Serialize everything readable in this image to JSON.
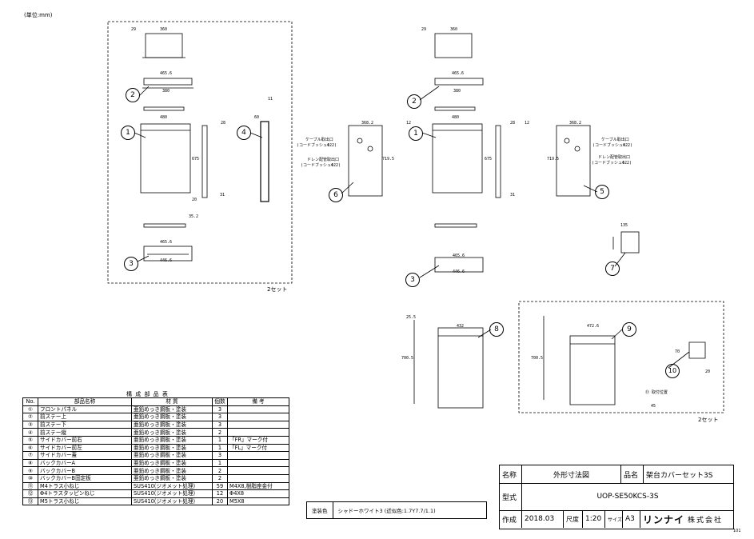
{
  "unit_label": "(単位:mm)",
  "sets_label": "2セット",
  "parts_table": {
    "title": "構 成 部 品 表",
    "headers": [
      "No.",
      "部品名称",
      "材 質",
      "個数",
      "備 考"
    ],
    "rows": [
      {
        "no": "①",
        "name": "フロントパネル",
        "material": "亜鉛めっき鋼板・塗装",
        "qty": "3",
        "remark": ""
      },
      {
        "no": "②",
        "name": "前ステー上",
        "material": "亜鉛めっき鋼板・塗装",
        "qty": "3",
        "remark": ""
      },
      {
        "no": "③",
        "name": "前ステー下",
        "material": "亜鉛めっき鋼板・塗装",
        "qty": "3",
        "remark": ""
      },
      {
        "no": "④",
        "name": "前ステー縦",
        "material": "亜鉛めっき鋼板・塗装",
        "qty": "2",
        "remark": ""
      },
      {
        "no": "⑤",
        "name": "サイドカバー前右",
        "material": "亜鉛めっき鋼板・塗装",
        "qty": "1",
        "remark": "「FR」マーク付"
      },
      {
        "no": "⑥",
        "name": "サイドカバー前左",
        "material": "亜鉛めっき鋼板・塗装",
        "qty": "1",
        "remark": "「FL」マーク付"
      },
      {
        "no": "⑦",
        "name": "サイドカバー蓋",
        "material": "亜鉛めっき鋼板・塗装",
        "qty": "3",
        "remark": ""
      },
      {
        "no": "⑧",
        "name": "バックカバーA",
        "material": "亜鉛めっき鋼板・塗装",
        "qty": "1",
        "remark": ""
      },
      {
        "no": "⑨",
        "name": "バックカバーB",
        "material": "亜鉛めっき鋼板・塗装",
        "qty": "2",
        "remark": ""
      },
      {
        "no": "⑩",
        "name": "バックカバーB固定板",
        "material": "亜鉛めっき鋼板・塗装",
        "qty": "2",
        "remark": ""
      },
      {
        "no": "⑪",
        "name": "M4トラス小ねじ",
        "material": "SUS410(ジオメット処理)",
        "qty": "59",
        "remark": "M4X8,樹脂座金付"
      },
      {
        "no": "⑫",
        "name": "Φ4トラスタッピンねじ",
        "material": "SUS410(ジオメット処理)",
        "qty": "12",
        "remark": "Φ4X8"
      },
      {
        "no": "⑬",
        "name": "M5トラス小ねじ",
        "material": "SUS410(ジオメット処理)",
        "qty": "20",
        "remark": "M5X8"
      }
    ]
  },
  "paint": {
    "label": "塗装色",
    "value": "シャドーホワイト3 (近似色:1.7Y7.7/1.1)"
  },
  "title_block": {
    "name_label": "名称",
    "name_value": "外形寸法図",
    "product_label": "品名",
    "product_value": "架台カバーセット3S",
    "model_label": "型式",
    "model_value": "UOP-SE50KCS-3S",
    "made_label": "作成",
    "date": "2018.03",
    "scale_label": "尺度",
    "scale": "1:20",
    "size_label": "サイズ",
    "size": "A3",
    "company_brand": "リンナイ",
    "company_suffix": "株式会社"
  },
  "page_code": "101",
  "callouts": [
    "1",
    "2",
    "3",
    "4",
    "5",
    "6",
    "7",
    "8",
    "9",
    "10"
  ],
  "dims": {
    "d29": "29",
    "d360": "360",
    "d4656": "465.6",
    "d380": "380",
    "d480": "480",
    "d675": "675",
    "d28": "28",
    "d20": "20",
    "d31": "31",
    "d352": "35.2",
    "d4466": "446.6",
    "d3682": "368.2",
    "d12": "12",
    "d7195": "719.5",
    "d135": "135",
    "d432": "432",
    "d4726": "472.6",
    "d7005": "700.5",
    "d45": "45",
    "d70": "70",
    "d60": "60",
    "d11": "11",
    "d255": "25.5"
  },
  "notes": {
    "cable_outlet": "ケーブル取出口",
    "cord_bush_22": "(コードブッシュΦ22)",
    "drain_outlet": "ドレン配管取出口",
    "screw_position": "⑬ 取付位置"
  }
}
